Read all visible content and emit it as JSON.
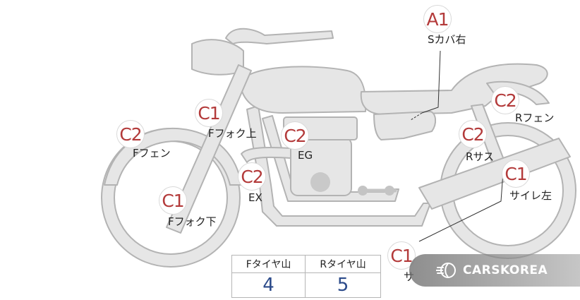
{
  "colors": {
    "body_fill": "#e6e6e6",
    "body_stroke": "#b3b3b3",
    "marker_code_color": "#b33a3a",
    "table_value_color": "#2b4a8a",
    "engine_dot": "#c9c9c9"
  },
  "parts": [
    {
      "code": "A1",
      "label": "Sカバ右"
    },
    {
      "code": "C2",
      "label": "Rフェン"
    },
    {
      "code": "C1",
      "label": "Fフォク上"
    },
    {
      "code": "C2",
      "label": "Fフェン"
    },
    {
      "code": "C2",
      "label": "EG"
    },
    {
      "code": "C2",
      "label": "Rサス"
    },
    {
      "code": "C2",
      "label": "EX"
    },
    {
      "code": "C1",
      "label": "Fフォク下"
    },
    {
      "code": "C1",
      "label": "サイレ左"
    },
    {
      "code": "C1",
      "label": "サ"
    }
  ],
  "tire_table": {
    "headers": [
      "Fタイヤ山",
      "Rタイヤ山"
    ],
    "values": [
      "4",
      "5"
    ]
  },
  "watermark": {
    "icon": "carskorea-logo-icon",
    "text": "CARSKOREA"
  }
}
